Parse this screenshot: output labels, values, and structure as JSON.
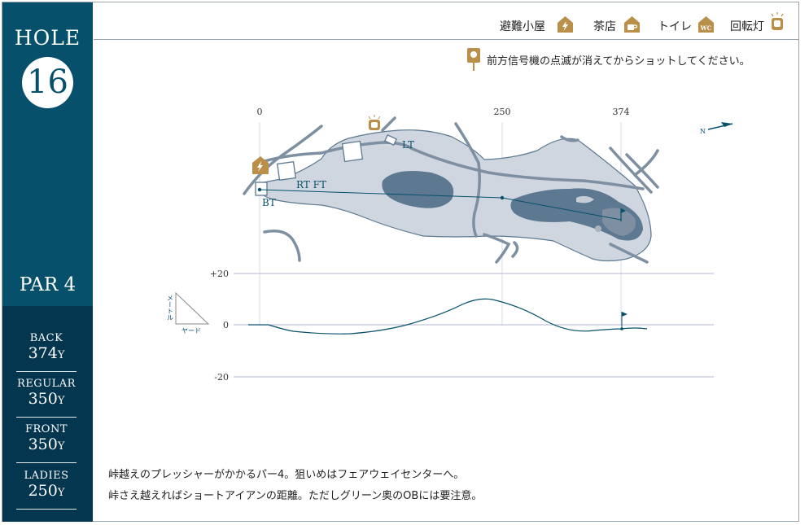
{
  "hole": {
    "label": "HOLE",
    "number": "16",
    "par": "PAR 4"
  },
  "yardages": [
    {
      "name": "BACK",
      "value": "374",
      "unit": "Y"
    },
    {
      "name": "REGULAR",
      "value": "350",
      "unit": "Y"
    },
    {
      "name": "FRONT",
      "value": "350",
      "unit": "Y"
    },
    {
      "name": "LADIES",
      "value": "250",
      "unit": "Y"
    }
  ],
  "legend": [
    {
      "label": "避難小屋",
      "icon": "lightning-shelter-icon"
    },
    {
      "label": "茶店",
      "icon": "cup-teahouse-icon"
    },
    {
      "label": "トイレ",
      "icon": "wc-toilet-icon"
    },
    {
      "label": "回転灯",
      "icon": "rotating-light-icon"
    }
  ],
  "notice": "前方信号機の点滅が消えてからショットしてください。",
  "map": {
    "distance_ticks": [
      "0",
      "250",
      "374"
    ],
    "tees": {
      "back": "BT",
      "regular_front": "RT FT",
      "ladies": "LT"
    },
    "north_label": "N"
  },
  "profile": {
    "y_ticks": [
      "+20",
      "0",
      "-20"
    ],
    "axis_vertical": "メートル",
    "axis_horizontal": "ヤード"
  },
  "comments": [
    "峠越えのプレッシャーがかかるパー4。狙いめはフェアウェイセンターへ。",
    "峠さえ越えればショートアイアンの距離。ただしグリーン奥のOBには要注意。"
  ],
  "colors": {
    "sidebar": "#07506c",
    "sidebar_dark": "#053650",
    "icon_gold": "#b98f4a",
    "course": "#cfd6df",
    "bunker": "#5d7891",
    "path": "#7d8fa1"
  }
}
